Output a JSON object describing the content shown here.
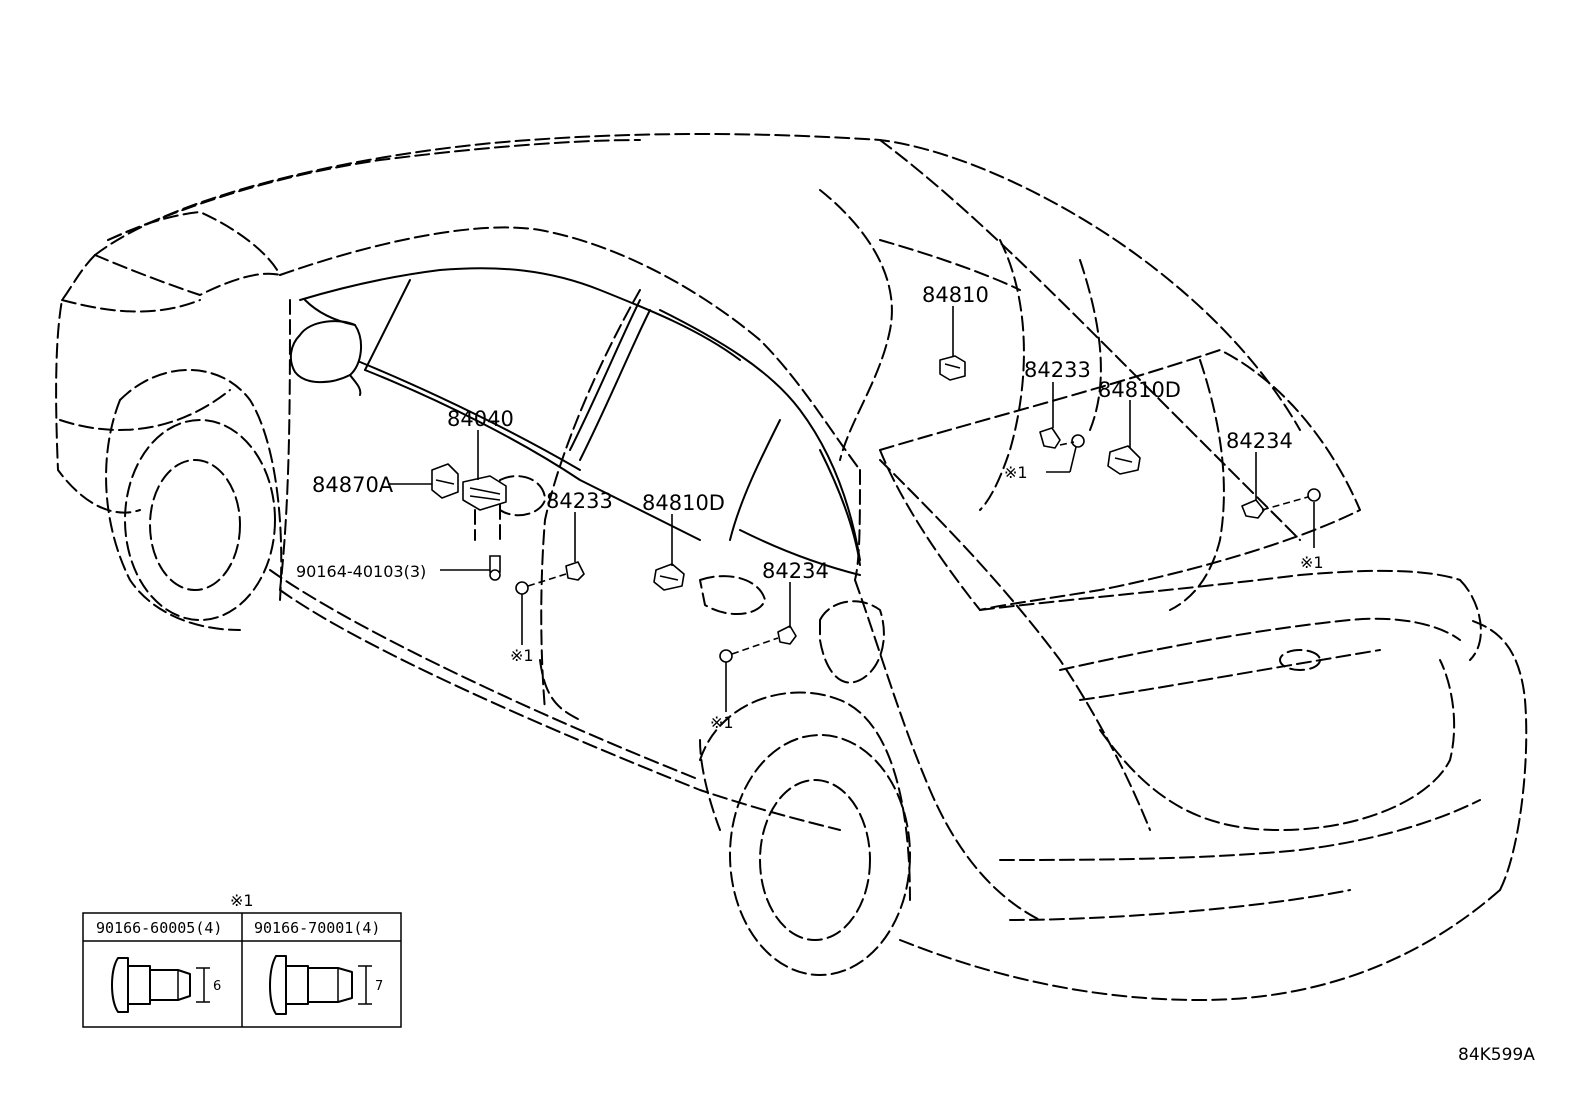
{
  "diagram": {
    "callouts": {
      "p84810": "84810",
      "p84233_rear": "84233",
      "p84810D_rear": "84810D",
      "p84234_rear": "84234",
      "p84040": "84040",
      "p84870A": "84870A",
      "p84233_front": "84233",
      "p84810D_front": "84810D",
      "p84234_front": "84234",
      "p90164": "90164-40103(3)"
    },
    "note_marks": {
      "rear_left": "※1",
      "rear_right": "※1",
      "front_left": "※1",
      "front_right": "※1",
      "table_title": "※1"
    },
    "fastener_table": {
      "columns": [
        "90166-60005(4)",
        "90166-70001(4)"
      ],
      "dimensions": [
        "6",
        "7"
      ]
    },
    "reference_code": "84K599A"
  }
}
